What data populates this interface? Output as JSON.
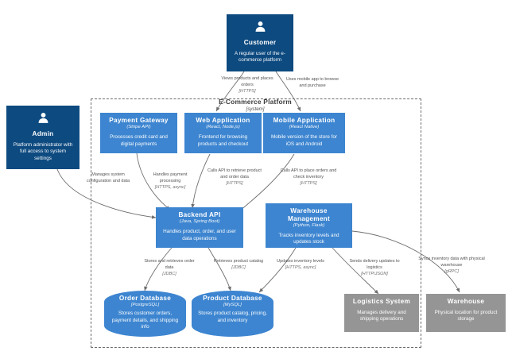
{
  "diagram": {
    "boundary": {
      "title": "E-Commerce Platform",
      "subtitle": "[system]"
    },
    "colors": {
      "person": "#0d4a80",
      "container": "#3d85d0",
      "external": "#959595",
      "edge": "#707070",
      "boundary": "#6b6b6b"
    }
  },
  "nodes": {
    "customer": {
      "icon": "person-icon",
      "title": "Customer",
      "tech": "",
      "desc": "A regular user of the e-commerce platform"
    },
    "admin": {
      "icon": "person-icon",
      "title": "Admin",
      "tech": "",
      "desc": "Platform administrator with full access to system settings"
    },
    "payment_gateway": {
      "title": "Payment Gateway",
      "tech": "(Stripe API)",
      "desc": "Processes credit card and digital payments"
    },
    "web_application": {
      "title": "Web Application",
      "tech": "(React, Node.js)",
      "desc": "Frontend for browsing products and checkout"
    },
    "mobile_application": {
      "title": "Mobile Application",
      "tech": "(React Native)",
      "desc": "Mobile version of the store for iOS and Android"
    },
    "backend_api": {
      "title": "Backend API",
      "tech": "(Java, Spring Boot)",
      "desc": "Handles product, order, and user data operations"
    },
    "warehouse_management": {
      "title": "Warehouse Management",
      "tech": "(Python, Flask)",
      "desc": "Tracks inventory levels and updates stock"
    },
    "order_database": {
      "title": "Order Database",
      "tech": "[PostgreSQL]",
      "desc": "Stores customer orders, payment details, and shipping info"
    },
    "product_database": {
      "title": "Product Database",
      "tech": "[MySQL]",
      "desc": "Stores product catalog, pricing, and inventory"
    },
    "logistics_system": {
      "title": "Logistics System",
      "tech": "",
      "desc": "Manages delivery and shipping operations"
    },
    "warehouse": {
      "title": "Warehouse",
      "tech": "",
      "desc": "Physical location for product storage"
    }
  },
  "edges": [
    {
      "id": "customer-web",
      "text": "Views products and places orders",
      "proto": "[HTTPS]"
    },
    {
      "id": "customer-mobile",
      "text": "Uses mobile app to browse and purchase",
      "proto": ""
    },
    {
      "id": "admin-backend",
      "text": "Manages system configuration and data",
      "proto": ""
    },
    {
      "id": "payment-backend",
      "text": "Handles payment processing",
      "proto": "[HTTPS, async]"
    },
    {
      "id": "web-backend",
      "text": "Calls API to retrieve product and order data",
      "proto": "[HTTPS]"
    },
    {
      "id": "mobile-backend",
      "text": "Calls API to place orders and check inventory",
      "proto": "[HTTPS]"
    },
    {
      "id": "backend-orderdb",
      "text": "Stores and retrieves order data",
      "proto": "[JDBC]"
    },
    {
      "id": "backend-productdb",
      "text": "Retrieves product catalog",
      "proto": "[JDBC]"
    },
    {
      "id": "warehouse-productdb",
      "text": "Updates inventory levels",
      "proto": "[HTTPS, async]"
    },
    {
      "id": "warehouse-logistics",
      "text": "Sends delivery updates to logistics",
      "proto": "[HTTP/JSON]"
    },
    {
      "id": "warehouse-physical",
      "text": "Syncs inventory data with physical warehouse",
      "proto": "[gRPC]"
    }
  ]
}
